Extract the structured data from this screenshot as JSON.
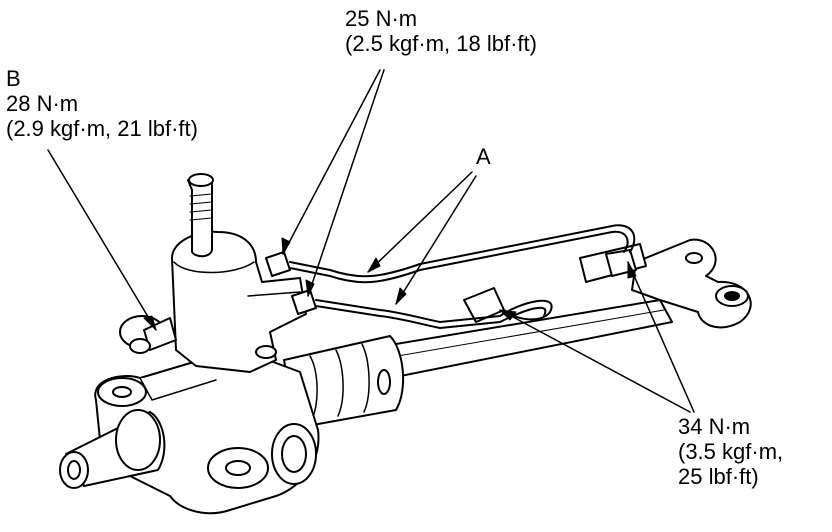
{
  "callouts": {
    "b": {
      "letter": "B",
      "torque": "28 N·m",
      "conversion": "(2.9 kgf·m, 21 lbf·ft)"
    },
    "top": {
      "torque": "25 N·m",
      "conversion": "(2.5 kgf·m, 18 lbf·ft)"
    },
    "a": {
      "letter": "A"
    },
    "bottom_right": {
      "torque": "34 N·m",
      "conversion_line1": "(3.5 kgf·m,",
      "conversion_line2": "25 lbf·ft)"
    }
  },
  "colors": {
    "ink": "#000000",
    "paper": "#ffffff"
  }
}
